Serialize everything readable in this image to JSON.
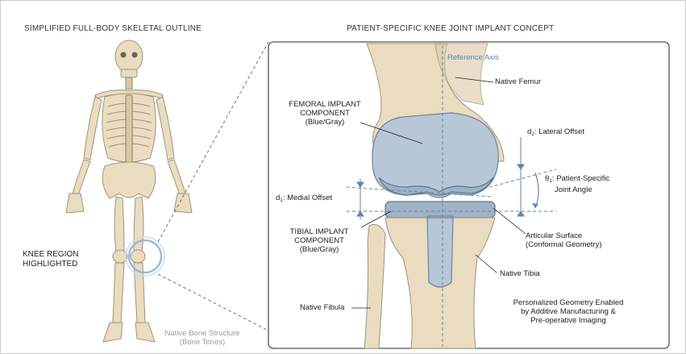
{
  "left_panel": {
    "title": "SIMPLIFIED FULL-BODY SKELETAL OUTLINE",
    "knee_label": [
      "KNEE REGION",
      "HIGHLIGHTED"
    ],
    "bone_structure_label": [
      "Native Bone Structure",
      "(Bone Tones)"
    ]
  },
  "right_panel": {
    "title": "PATIENT-SPECIFIC KNEE JOINT IMPLANT CONCEPT",
    "reference_axis": "Reference Axis",
    "native_femur": "Native Femur",
    "femoral_component": [
      "FEMORAL IMPLANT",
      "COMPONENT",
      "(Blue/Gray)"
    ],
    "lateral_offset": {
      "symbol": "d",
      "subscript": "2",
      "text": ": Lateral Offset"
    },
    "joint_angle": {
      "symbol": "θ",
      "subscript": "1",
      "text": ": Patient-Specific",
      "text2": "Joint Angle"
    },
    "medial_offset": {
      "symbol": "d",
      "subscript": "1",
      "text": ": Medial Offset"
    },
    "tibial_component": [
      "TIBIAL IMPLANT",
      "COMPONENT",
      "(Blue/Gray)"
    ],
    "articular_surface": [
      "Articular Surface",
      "(Conformal Geometry)"
    ],
    "native_tibia": "Native Tibia",
    "native_fibula": "Native Fibula",
    "note": [
      "Personalized Geometry Enabled",
      "by Additive Manufacturing &",
      "Pre-operative Imaging"
    ]
  },
  "colors": {
    "bone": "#e9dcc0",
    "implant": "#b7c7d7",
    "highlight": "#8fb3d6",
    "axis": "#5f86ad"
  }
}
